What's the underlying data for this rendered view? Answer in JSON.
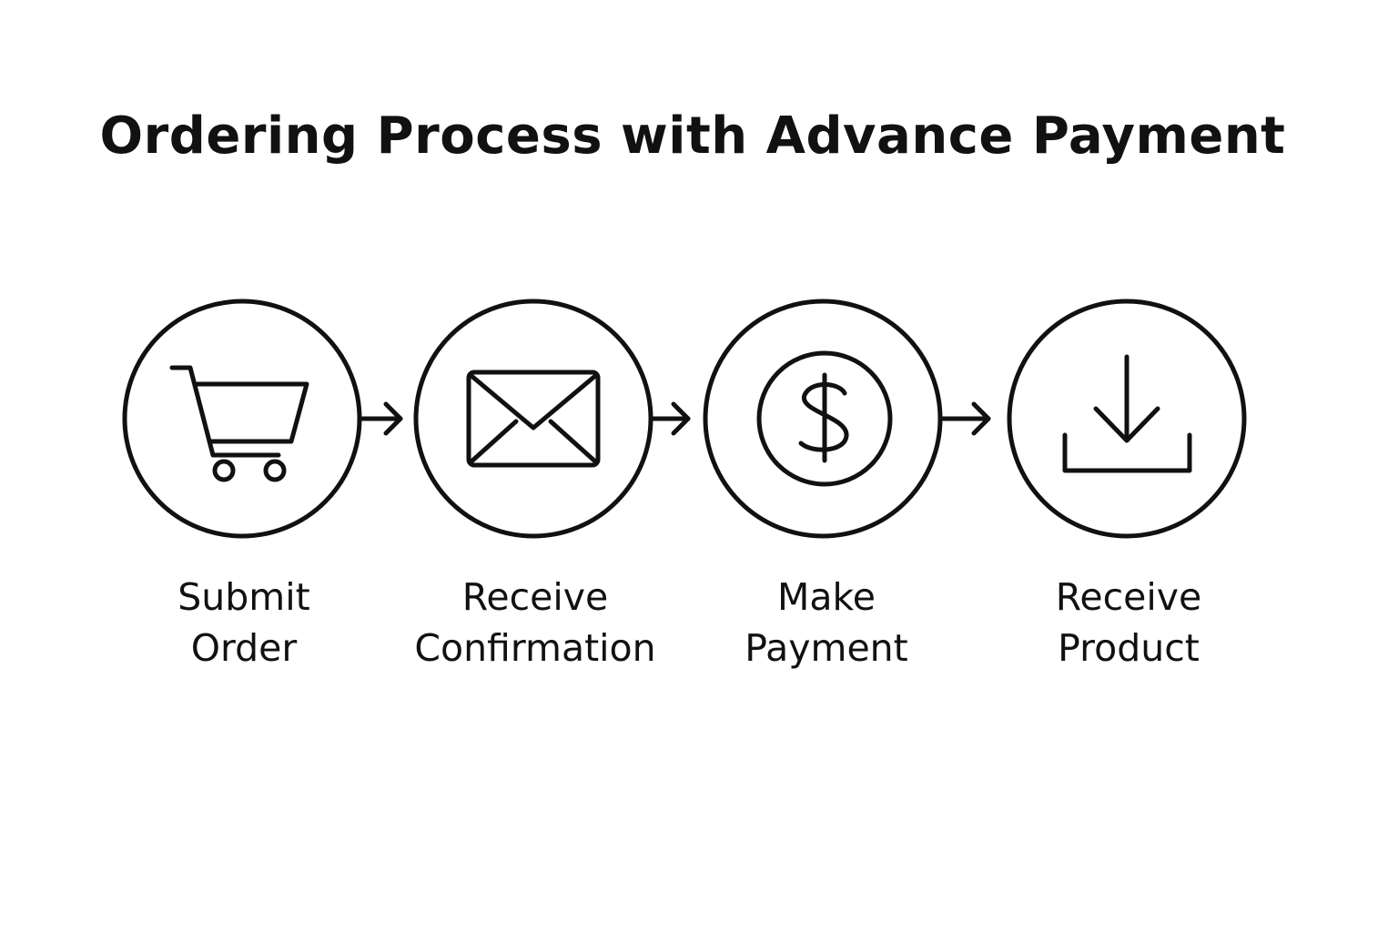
{
  "title": "Ordering Process with Advance Payment",
  "colors": {
    "stroke": "#111111",
    "background": "#ffffff"
  },
  "steps": [
    {
      "icon": "shopping-cart-icon",
      "label_line1": "Submit",
      "label_line2": "Order"
    },
    {
      "icon": "envelope-icon",
      "label_line1": "Receive",
      "label_line2": "Confirmation"
    },
    {
      "icon": "dollar-coin-icon",
      "label_line1": "Make",
      "label_line2": "Payment"
    },
    {
      "icon": "download-icon",
      "label_line1": "Receive",
      "label_line2": "Product"
    }
  ],
  "connectors": [
    {
      "from": "Submit Order",
      "to": "Receive Confirmation"
    },
    {
      "from": "Receive Confirmation",
      "to": "Make Payment"
    },
    {
      "from": "Make Payment",
      "to": "Receive Product"
    }
  ]
}
